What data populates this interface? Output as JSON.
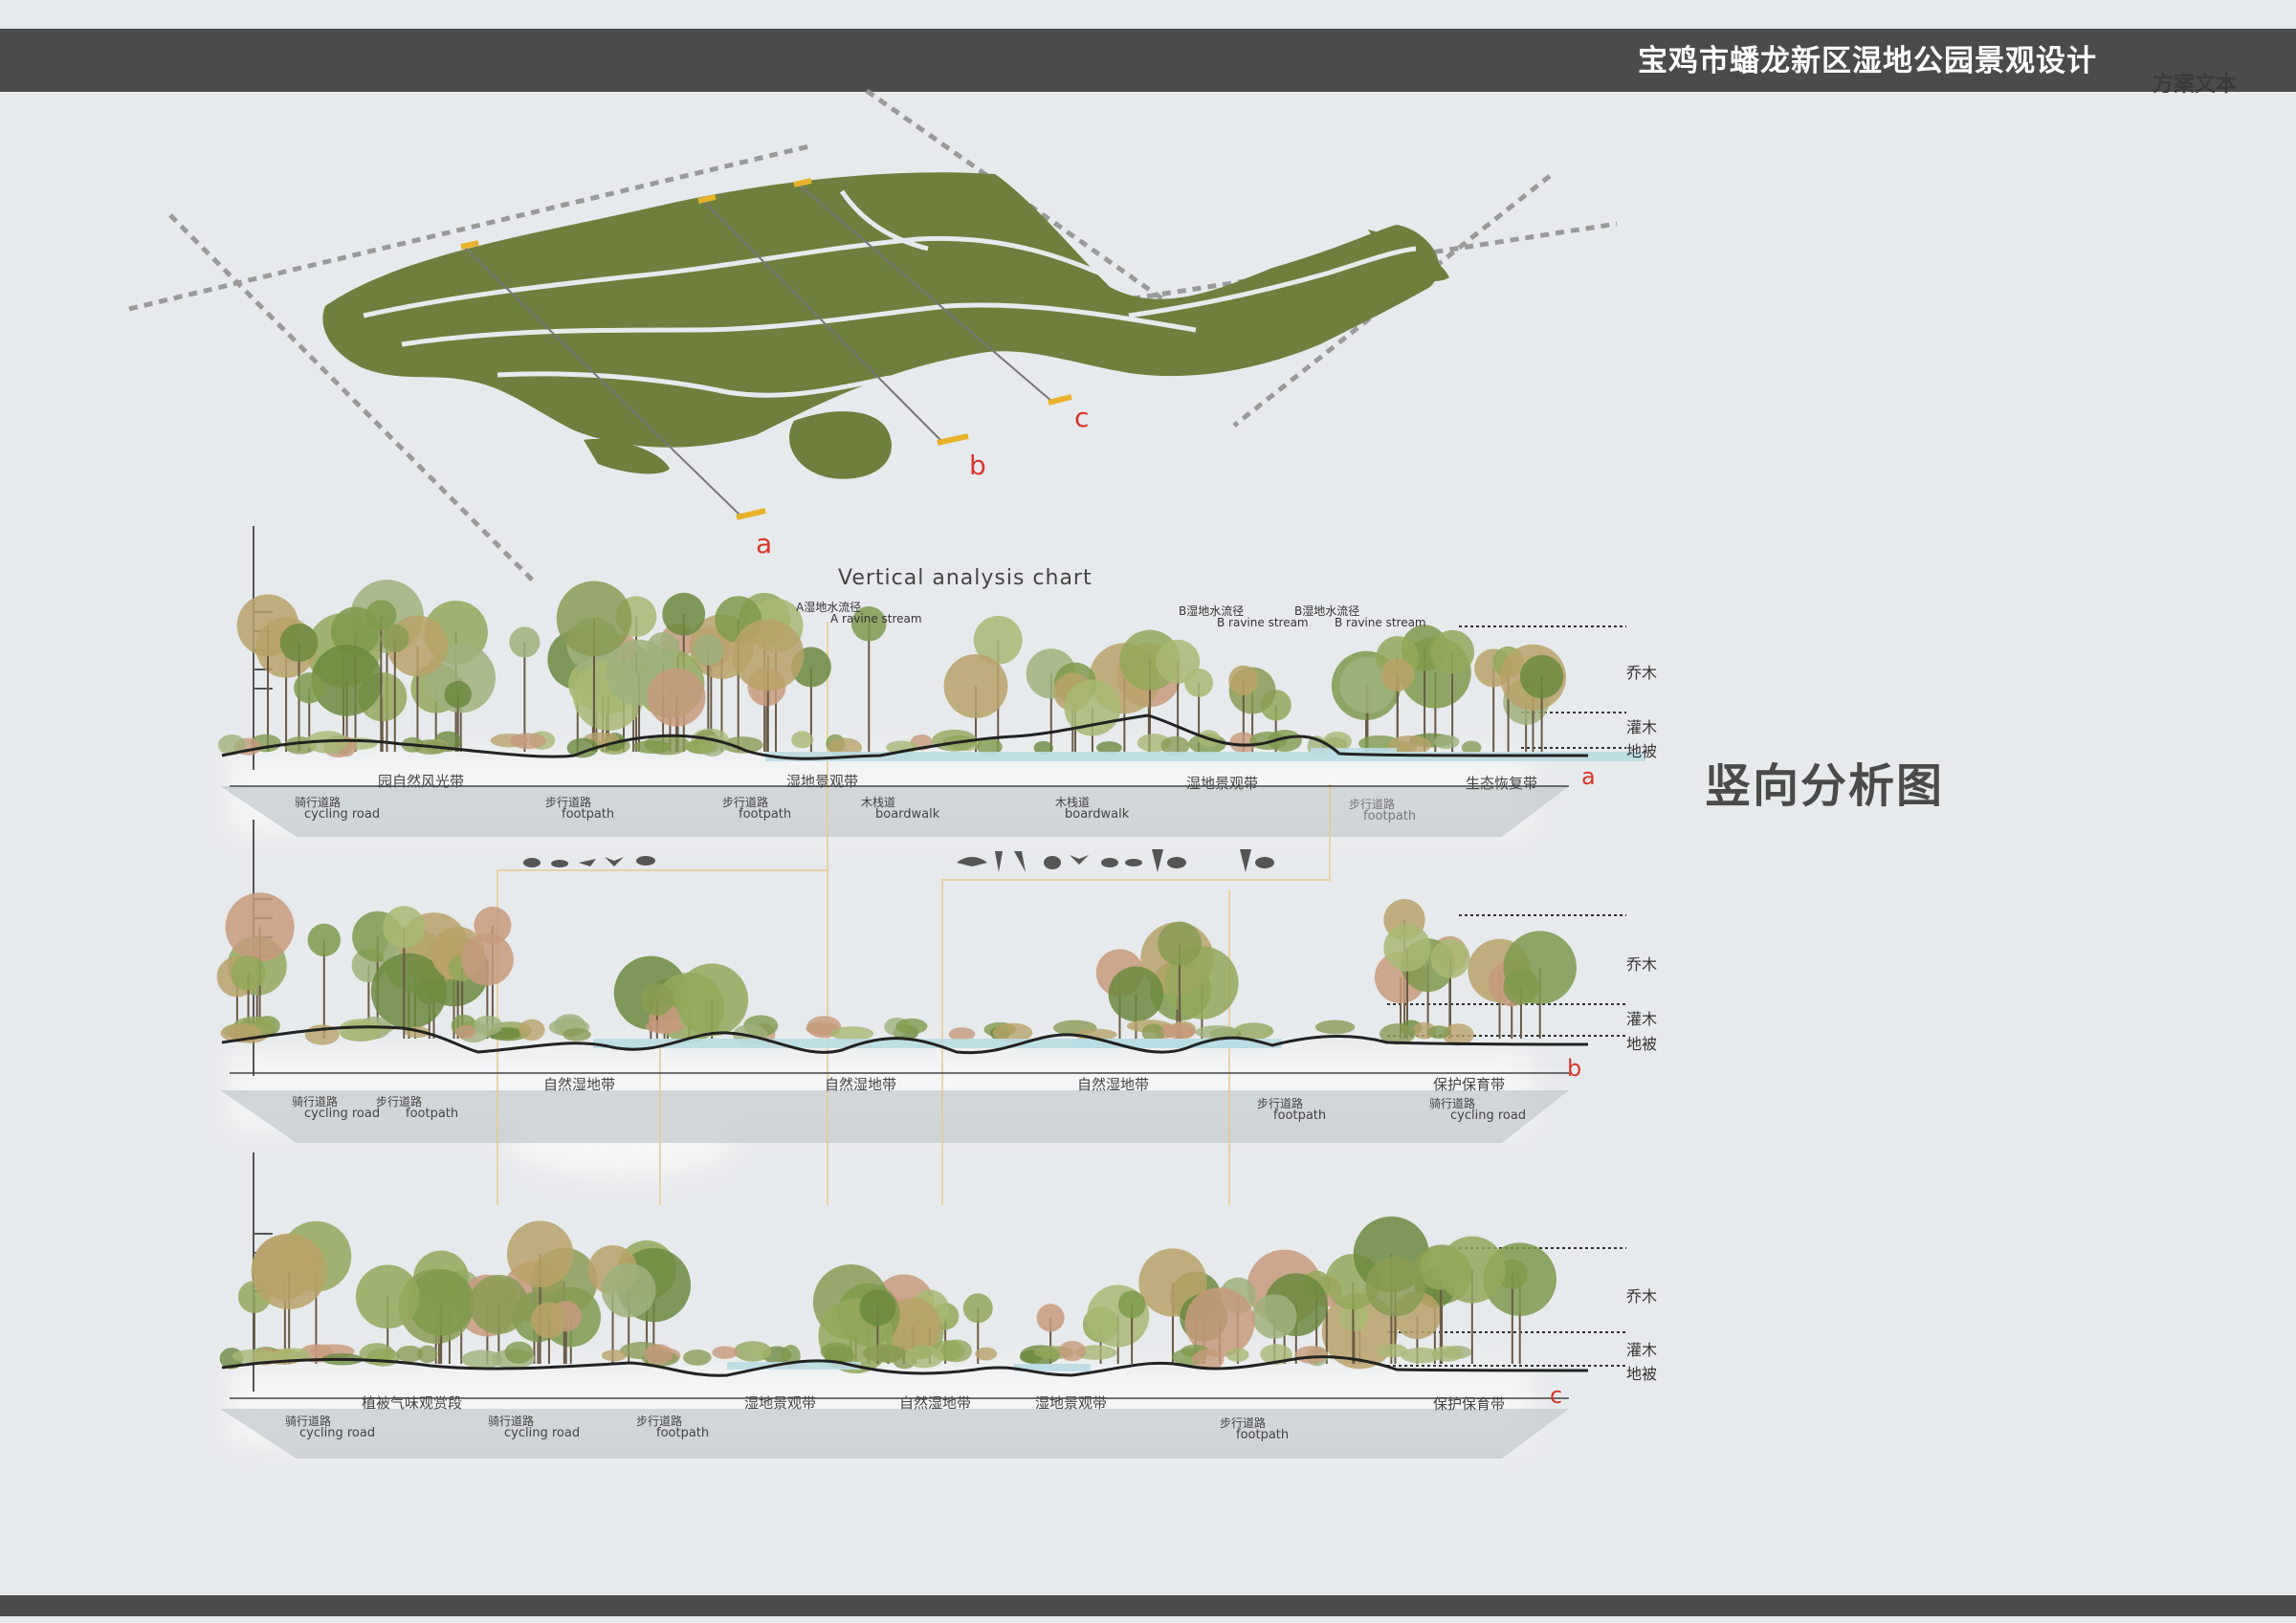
{
  "header": {
    "title": "宝鸡市蟠龙新区湿地公园景观设计",
    "subtitle": "方案文本"
  },
  "page_heading": "竖向分析图",
  "chart_title": "Vertical analysis chart",
  "plan_markers": [
    "a",
    "b",
    "c"
  ],
  "vegetation_layers": {
    "tree": "乔木",
    "shrub": "灌木",
    "ground": "地被"
  },
  "colors": {
    "bar": "#4b4b4b",
    "plan_green": "#6f7f3e",
    "marker": "#e8b22a",
    "water": "#b9dbe2",
    "label_red": "#d8372a"
  },
  "sections": [
    {
      "id": "a",
      "stream_labels": [
        {
          "cn": "A湿地水流径",
          "en": "A ravine stream"
        },
        {
          "cn": "B湿地水流径",
          "en": "B ravine stream"
        },
        {
          "cn": "B湿地水流径",
          "en": "B ravine stream"
        }
      ],
      "zones": [
        "园自然风光带",
        "湿地景观带",
        "湿地景观带",
        "生态恢复带"
      ],
      "paths": [
        {
          "cn": "骑行道路",
          "en": "cycling road"
        },
        {
          "cn": "步行道路",
          "en": "footpath"
        },
        {
          "cn": "步行道路",
          "en": "footpath"
        },
        {
          "cn": "木栈道",
          "en": "boardwalk"
        },
        {
          "cn": "木栈道",
          "en": "boardwalk"
        },
        {
          "cn": "步行道路",
          "en": "footpath"
        }
      ]
    },
    {
      "id": "b",
      "zones": [
        "自然湿地带",
        "自然湿地带",
        "自然湿地带",
        "保护保育带"
      ],
      "paths": [
        {
          "cn": "骑行道路",
          "en": "cycling road"
        },
        {
          "cn": "步行道路",
          "en": "footpath"
        },
        {
          "cn": "步行道路",
          "en": "footpath"
        },
        {
          "cn": "骑行道路",
          "en": "cycling road"
        }
      ]
    },
    {
      "id": "c",
      "zones": [
        "植被气味观赏段",
        "湿地景观带",
        "自然湿地带",
        "湿地景观带",
        "保护保育带"
      ],
      "paths": [
        {
          "cn": "骑行道路",
          "en": "cycling road"
        },
        {
          "cn": "骑行道路",
          "en": "cycling road"
        },
        {
          "cn": "步行道路",
          "en": "footpath"
        },
        {
          "cn": "步行道路",
          "en": "footpath"
        }
      ]
    }
  ]
}
